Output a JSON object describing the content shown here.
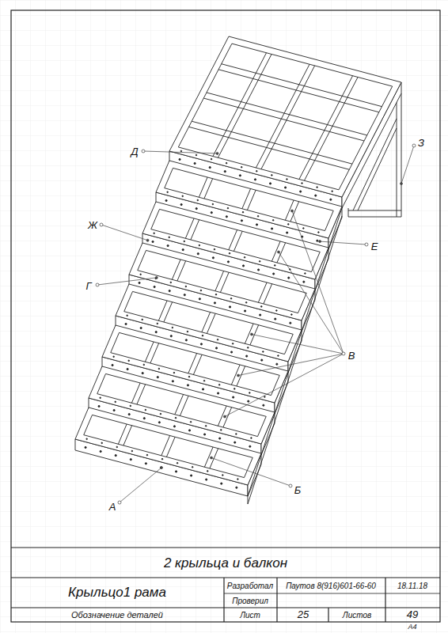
{
  "diagram": {
    "title": "2 крыльца и балкон",
    "labels": [
      "Д",
      "З",
      "Ж",
      "Е",
      "Г",
      "В",
      "Б",
      "А",
      "Крыльцо1 рама",
      "Разработал",
      "Паутов 8(916)601-66-60",
      "18.11.18",
      "Проверил",
      "Обозначение деталей",
      "Лист",
      "25",
      "Листов",
      "49",
      "А4"
    ]
  }
}
